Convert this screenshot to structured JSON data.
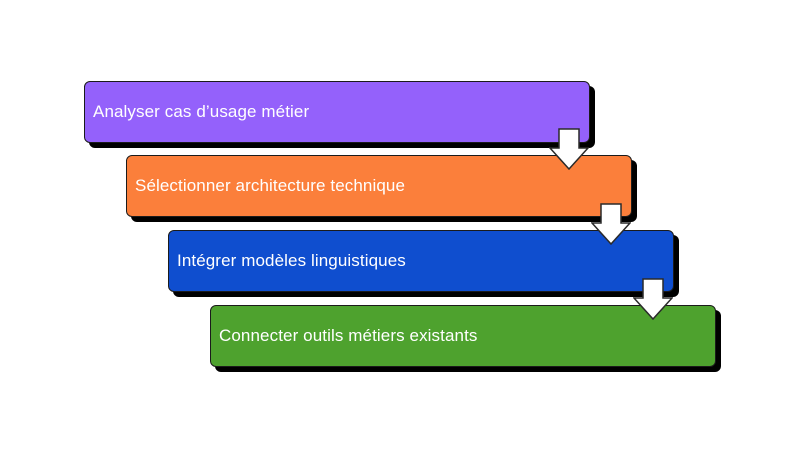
{
  "steps": [
    {
      "label": "Analyser cas d’usage métier",
      "color": "#9461fb"
    },
    {
      "label": "Sélectionner architecture technique",
      "color": "#fb7f3b"
    },
    {
      "label": "Intégrer modèles linguistiques",
      "color": "#0f4ecf"
    },
    {
      "label": "Connecter outils métiers existants",
      "color": "#4ea22e"
    }
  ],
  "arrow_icon": "down-arrow-icon"
}
